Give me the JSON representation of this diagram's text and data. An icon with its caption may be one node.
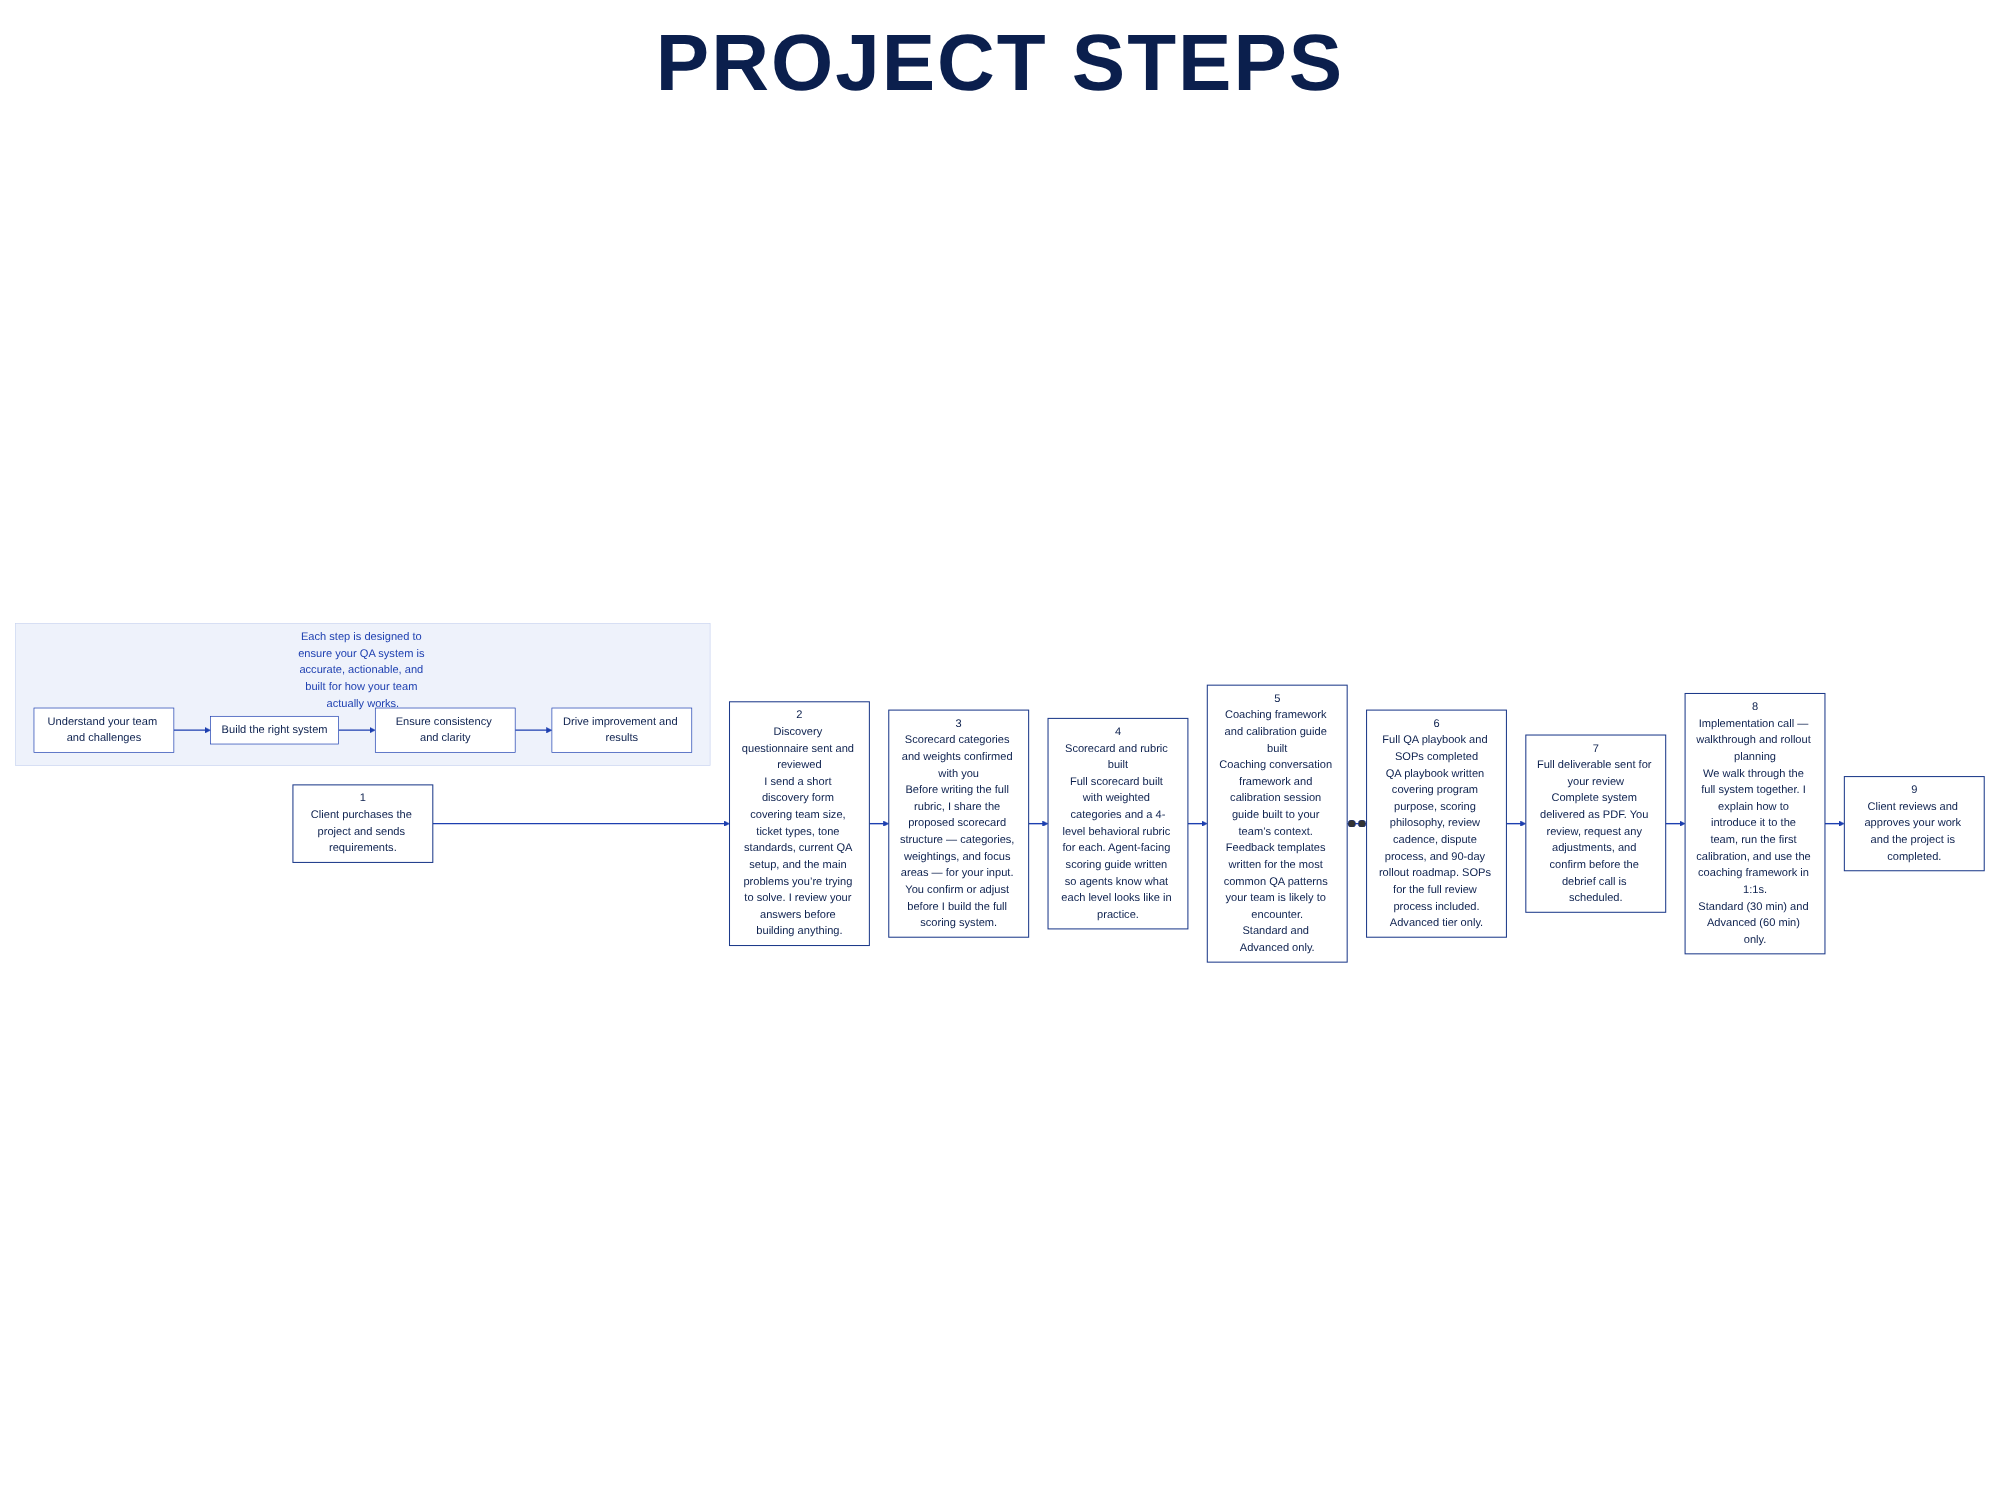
{
  "diagram": {
    "title": "PROJECT STEPS",
    "nodes": [
      {
        "text": [
          "1",
          "Client purchases the project and sends requirements."
        ]
      },
      {
        "text": [
          "2",
          "Discovery questionnaire sent and reviewed",
          "I send a short discovery form covering team size, ticket types, tone standards, current QA setup, and the main problems you’re trying to solve. I review your answers before building anything."
        ]
      },
      {
        "text": [
          "3",
          "Scorecard categories and weights confirmed with you",
          "Before writing the full rubric, I share the proposed scorecard structure — categories, weightings, and focus areas — for your input. You confirm or adjust before I build the full scoring system."
        ]
      },
      {
        "text": [
          "4",
          "Scorecard and rubric built",
          "Full scorecard built with weighted categories and a 4-level behavioral rubric for each. Agent-facing scoring guide written so agents know what each level looks like in practice."
        ]
      },
      {
        "text": [
          "5",
          "Coaching framework and calibration guide built",
          "Coaching conversation framework and calibration session guide built to your team’s context. Feedback templates written for the most common QA patterns your team is likely to encounter.",
          "Standard and Advanced only."
        ]
      },
      {
        "text": [
          "6",
          "Full QA playbook and SOPs completed",
          "QA playbook written covering program purpose, scoring philosophy, review cadence, dispute process, and 90-day rollout roadmap. SOPs for the full review process included.",
          "Advanced tier only."
        ]
      },
      {
        "text": [
          "7",
          "Full deliverable sent for your review",
          "Complete system delivered as PDF. You review, request any adjustments, and confirm before the debrief call is scheduled."
        ]
      },
      {
        "text": [
          "8",
          "Implementation call — walkthrough and rollout planning",
          "We walk through the full system together. I explain how to introduce it to the team, run the first calibration, and use the coaching framework in 1:1s.",
          "Standard (30 min) and Advanced (60 min) only."
        ]
      },
      {
        "text": [
          "9",
          "Client reviews and approves your work and the project is completed."
        ]
      },
      {
        "text": [
          "Each step is designed to ensure your QA system is accurate, actionable, and built for how your team actually works."
        ]
      },
      {
        "text": [
          "Understand your team and challenges"
        ],
        "in": 9
      },
      {
        "text": [
          "Build the right system"
        ],
        "in": 9
      },
      {
        "text": [
          "Ensure consistency and clarity"
        ],
        "in": 9
      },
      {
        "text": [
          "Drive improvement and results"
        ],
        "in": 9
      }
    ],
    "edges": [
      {
        "from": 0,
        "to": 1,
        "arrow": "to"
      },
      {
        "from": 1,
        "to": 2,
        "arrow": "to"
      },
      {
        "from": 2,
        "to": 3,
        "arrow": "to"
      },
      {
        "from": 3,
        "to": 4,
        "arrow": "to"
      },
      {
        "from": 4,
        "to": 5,
        "arrow": "other"
      },
      {
        "from": 5,
        "to": 6,
        "arrow": "to"
      },
      {
        "from": 6,
        "to": 7,
        "arrow": "to"
      },
      {
        "from": 7,
        "to": 8,
        "arrow": "to"
      },
      {
        "from": 10,
        "to": 11,
        "arrow": "to"
      },
      {
        "from": 11,
        "to": 12,
        "arrow": "to"
      },
      {
        "from": 12,
        "to": 13,
        "arrow": "to"
      }
    ]
  }
}
